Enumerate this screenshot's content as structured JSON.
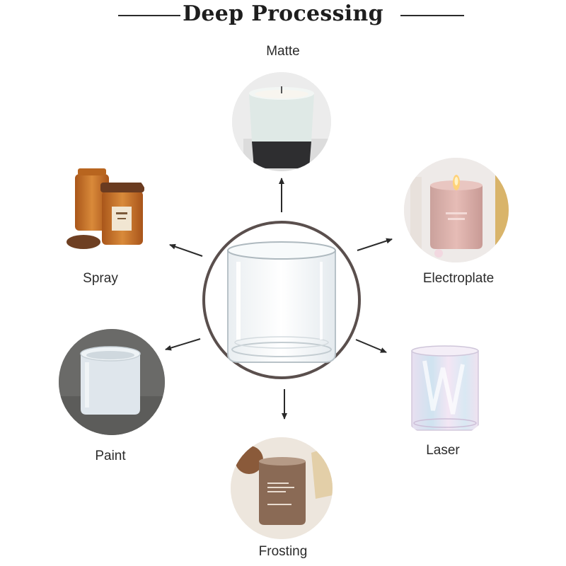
{
  "title": "Deep Processing",
  "center": {
    "name": "clear-glass-jar"
  },
  "techniques": [
    {
      "key": "matte",
      "label": "Matte"
    },
    {
      "key": "electroplate",
      "label": "Electroplate"
    },
    {
      "key": "laser",
      "label": "Laser"
    },
    {
      "key": "frosting",
      "label": "Frosting"
    },
    {
      "key": "paint",
      "label": "Paint"
    },
    {
      "key": "spray",
      "label": "Spray"
    }
  ],
  "colors": {
    "title": "#1e1e1e",
    "ring": "#5a4f4d",
    "arrow": "#2a2a2a",
    "matte_body": "#dfe9e6",
    "matte_base": "#2e2e30",
    "electroplate": "#d9a9a4",
    "frosting": "#8a6a55",
    "paint": "#dfe6ec",
    "spray": "#c46a22"
  }
}
